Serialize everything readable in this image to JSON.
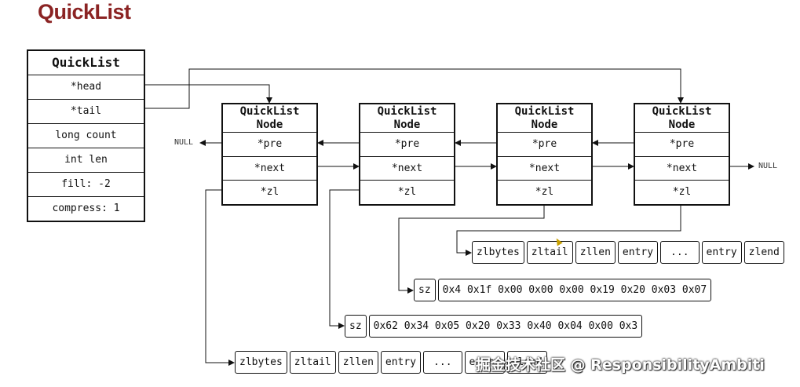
{
  "title": "QuickList",
  "quicklist": {
    "header": "QuickList",
    "fields": [
      "*head",
      "*tail",
      "long count",
      "int len",
      "fill: -2",
      "compress: 1"
    ]
  },
  "nodes": [
    {
      "line1": "QuickList",
      "line2": "Node",
      "fields": [
        "*pre",
        "*next",
        "*zl"
      ]
    },
    {
      "line1": "QuickList",
      "line2": "Node",
      "fields": [
        "*pre",
        "*next",
        "*zl"
      ]
    },
    {
      "line1": "QuickList",
      "line2": "Node",
      "fields": [
        "*pre",
        "*next",
        "*zl"
      ]
    },
    {
      "line1": "QuickList",
      "line2": "Node",
      "fields": [
        "*pre",
        "*next",
        "*zl"
      ]
    }
  ],
  "null_left": "NULL",
  "null_right": "NULL",
  "ziplist_top": [
    "zlbytes",
    "zltail",
    "zllen",
    "entry",
    "...",
    "entry",
    "zlend"
  ],
  "sz_row_1": [
    "sz",
    "0x4 0x1f 0x00 0x00 0x00 0x19 0x20 0x03 0x07"
  ],
  "sz_row_2": [
    "sz",
    "0x62 0x34 0x05 0x20 0x33 0x40 0x04 0x00 0x3"
  ],
  "ziplist_bottom": [
    "zlbytes",
    "zltail",
    "zllen",
    "entry",
    "...",
    "entry",
    "zlend"
  ],
  "watermark": "掘金技术社区 @ ResponsibilityAmbiti"
}
